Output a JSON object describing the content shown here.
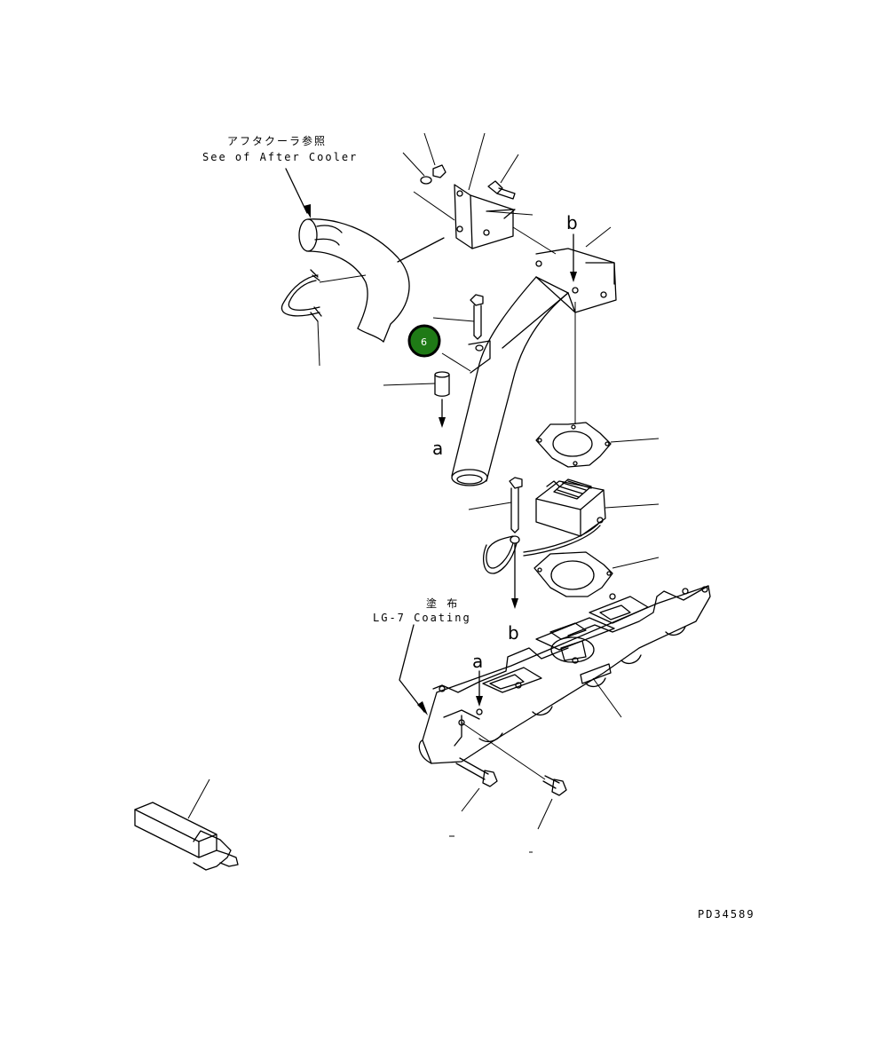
{
  "labels": {
    "after_cooler_jp": "アフタクーラ参照",
    "after_cooler_en": "See of After Cooler",
    "coating_jp": "塗 布",
    "coating_en": "LG-7 Coating",
    "ref_a_top": "a",
    "ref_a_bottom": "a",
    "ref_b_top": "b",
    "ref_b_bottom": "b",
    "drawing_number": "PD34589"
  },
  "callout": {
    "number": "6",
    "color": "#1f7a16"
  }
}
